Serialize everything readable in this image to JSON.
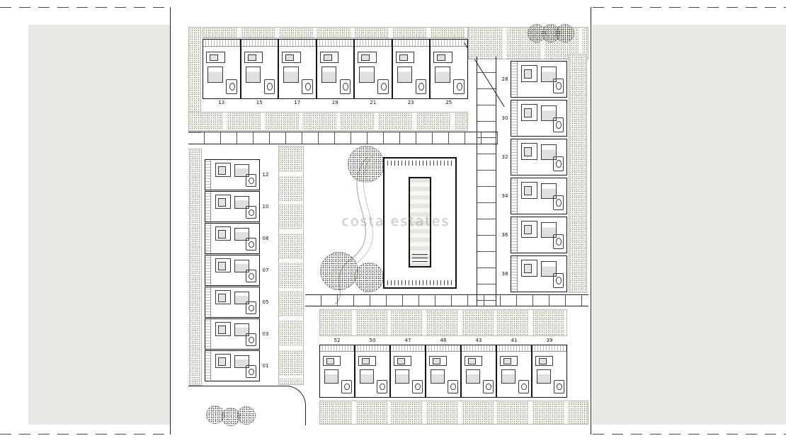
{
  "plan": {
    "watermark": "costa estates",
    "top_row_units": [
      "13",
      "15",
      "17",
      "19",
      "21",
      "23",
      "25"
    ],
    "right_column_units": [
      "28",
      "30",
      "32",
      "34",
      "36",
      "38"
    ],
    "left_column_units": [
      "12",
      "10",
      "08",
      "07",
      "05",
      "03",
      "01"
    ],
    "bottom_row_units": [
      "52",
      "50",
      "47",
      "46",
      "43",
      "41",
      "39"
    ],
    "colors": {
      "paper": "#ffffff",
      "margin_gray": "#e9e9e6",
      "line": "#1c1c1c",
      "stipple_dot": "#86867d",
      "pool_stripe": "#e6e6e1"
    }
  }
}
